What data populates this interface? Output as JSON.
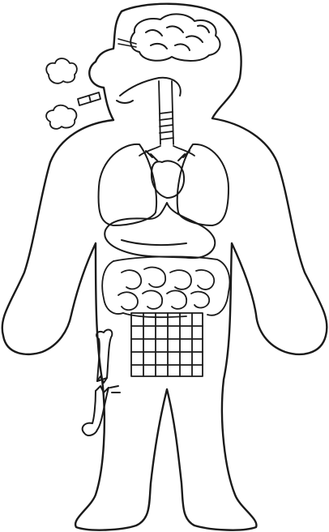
{
  "diagram": {
    "kind": "line-art anatomy coloring sheet",
    "line_color": "#1a1a1a",
    "background_color": "#ffffff",
    "parts": [
      {
        "name": "body-outline",
        "icon": "human-silhouette"
      },
      {
        "name": "brain",
        "icon": "brain-icon"
      },
      {
        "name": "cigarette",
        "icon": "cigarette-icon"
      },
      {
        "name": "smoke-puffs",
        "icon": "smoke-icon"
      },
      {
        "name": "trachea",
        "icon": "windpipe-icon"
      },
      {
        "name": "heart",
        "icon": "heart-icon"
      },
      {
        "name": "lungs",
        "icon": "lungs-icon"
      },
      {
        "name": "stomach",
        "icon": "stomach-icon"
      },
      {
        "name": "intestines",
        "icon": "intestines-icon"
      },
      {
        "name": "grid-patch",
        "icon": "grid-icon"
      },
      {
        "name": "broken-bone",
        "icon": "bone-icon"
      }
    ]
  }
}
